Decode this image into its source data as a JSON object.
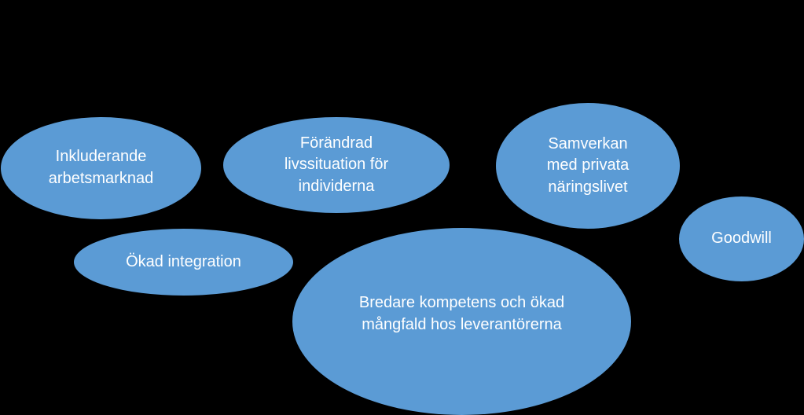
{
  "diagram": {
    "background_color": "#000000",
    "bubble_color": "#5b9bd5",
    "text_color": "#ffffff",
    "bubbles": [
      {
        "id": "inkluderande",
        "label": "Inkluderande\narbetsmarknad"
      },
      {
        "id": "forandrad",
        "label": "Förändrad\nlivssituation för\nindividerna"
      },
      {
        "id": "samverkan",
        "label": "Samverkan\nmed privata\nnäringslivet"
      },
      {
        "id": "goodwill",
        "label": "Goodwill"
      },
      {
        "id": "integration",
        "label": "Ökad integration"
      },
      {
        "id": "bredare",
        "label": "Bredare kompetens och ökad\nmångfald hos leverantörerna"
      }
    ]
  }
}
